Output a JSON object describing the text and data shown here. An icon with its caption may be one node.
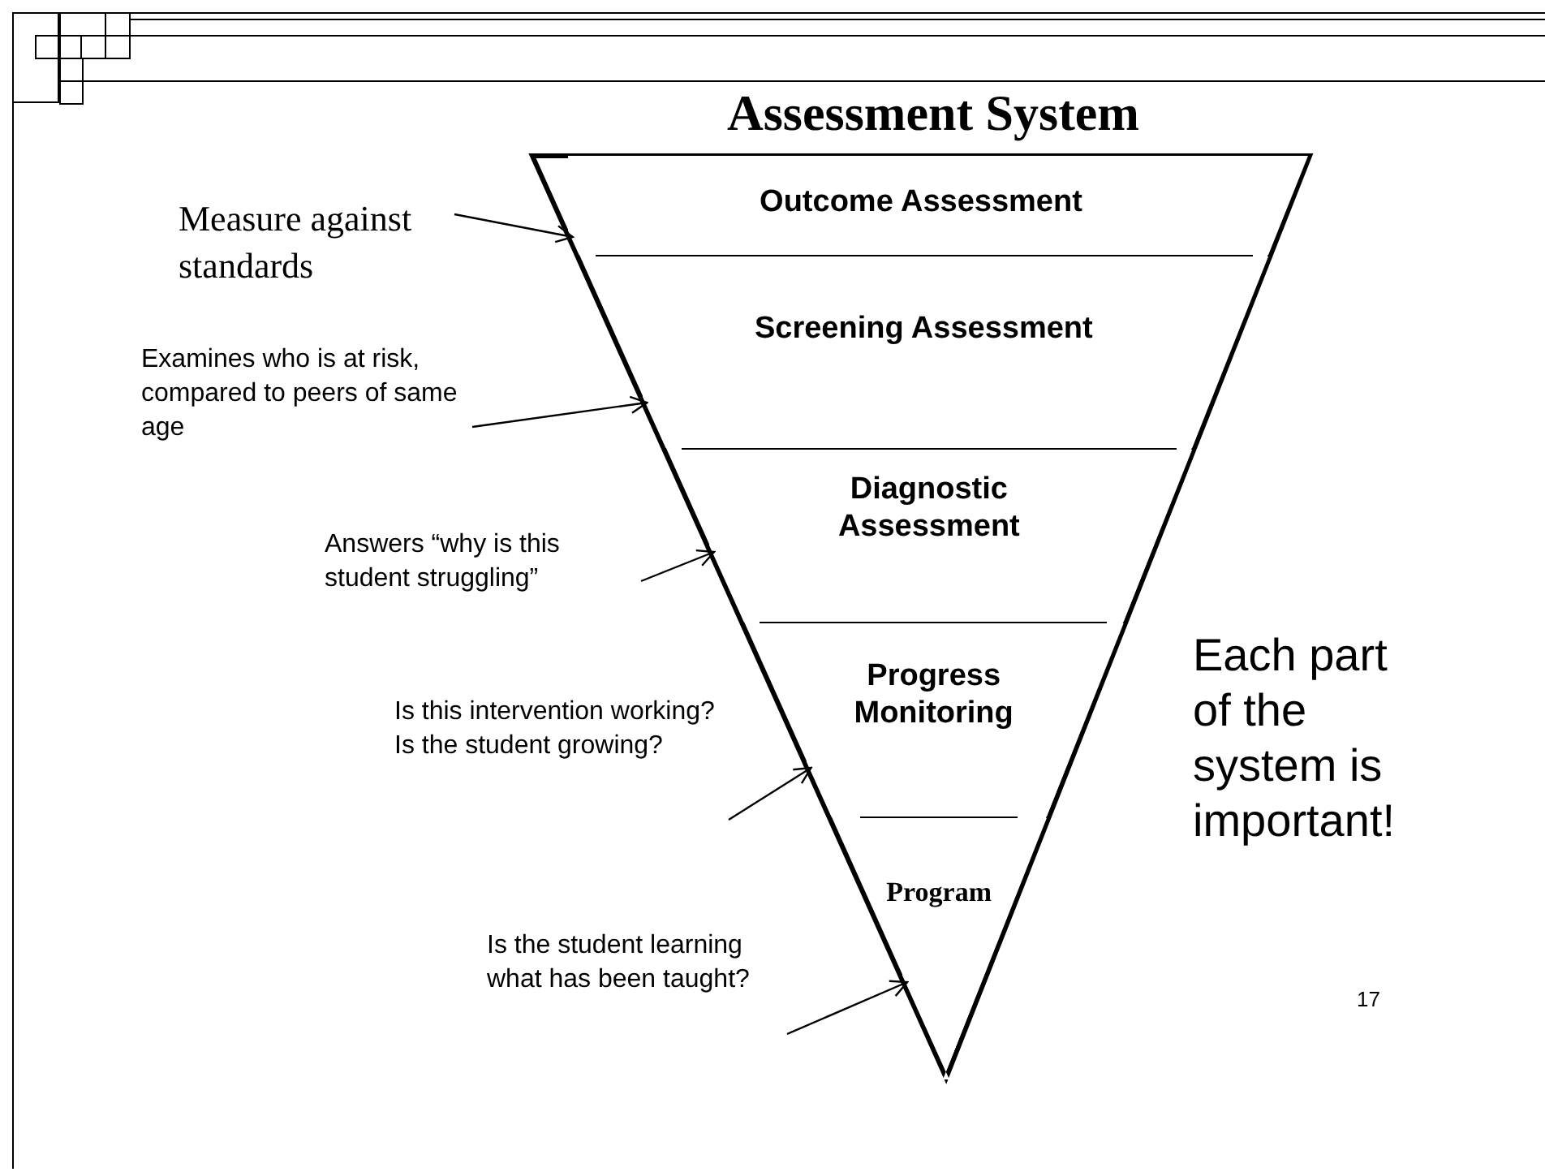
{
  "diagram": {
    "title": "Assessment System",
    "nodes": [
      {
        "text": [],
        "shape": "triangle"
      },
      {
        "text": [
          "Outcome Assessment"
        ],
        "in": 0
      },
      {
        "text": [
          "Screening Assessment"
        ],
        "in": 0
      },
      {
        "text": [
          "Diagnostic Assessment"
        ],
        "in": 0
      },
      {
        "text": [
          "Progress Monitoring"
        ],
        "in": 0
      },
      {
        "text": [
          "Program"
        ],
        "in": 0
      },
      {
        "text": [
          "Measure against standards"
        ]
      },
      {
        "text": [
          "Examines who is at risk, compared to peers of same age"
        ]
      },
      {
        "text": [
          "Answers “why is this student struggling”"
        ]
      },
      {
        "text": [
          "Is this intervention working?  Is the student growing?"
        ]
      },
      {
        "text": [
          "Is the student learning what has been taught?"
        ]
      }
    ],
    "edges": [
      {
        "from": 6,
        "to": 1,
        "arrow": "to"
      },
      {
        "from": 7,
        "to": 2,
        "arrow": "to"
      },
      {
        "from": 8,
        "to": 3,
        "arrow": "to"
      },
      {
        "from": 9,
        "to": 4,
        "arrow": "to"
      },
      {
        "from": 10,
        "to": 5,
        "arrow": "to"
      }
    ],
    "labels": [
      "Each part of the system is important!",
      "17"
    ]
  }
}
